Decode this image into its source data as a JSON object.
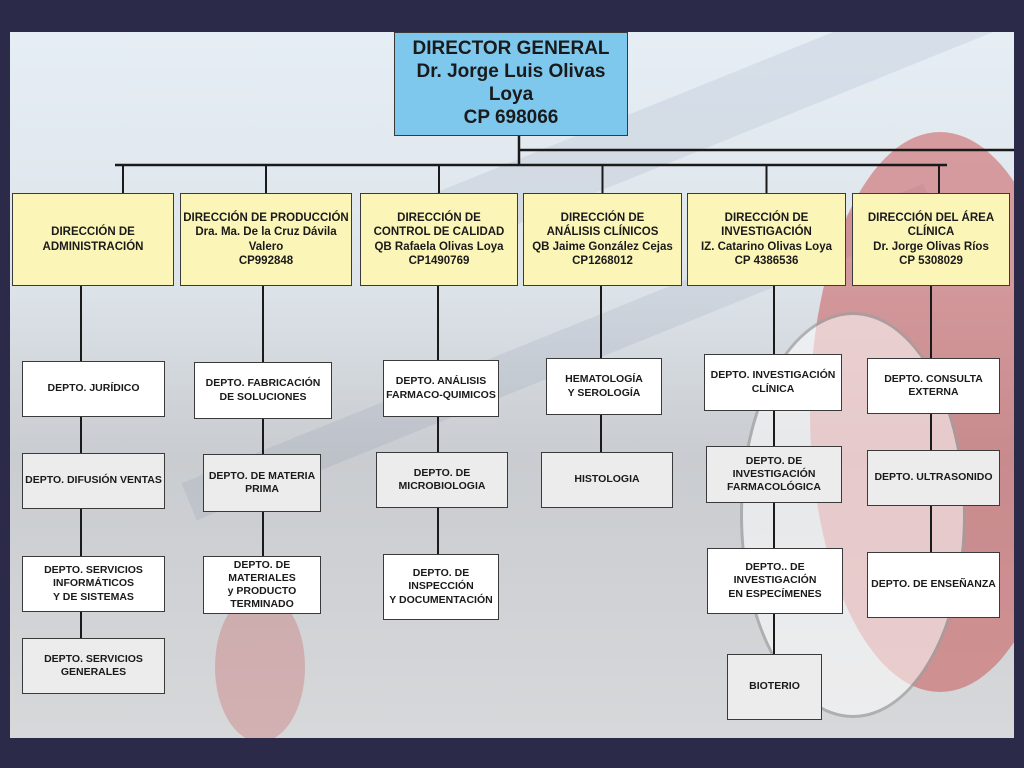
{
  "director": {
    "lines": [
      "DIRECTOR GENERAL",
      "Dr. Jorge Luis Olivas Loya",
      "CP 698066"
    ]
  },
  "direcciones": [
    {
      "lines": [
        "DIRECCIÓN DE ADMINISTRACIÓN"
      ],
      "departments": [
        [
          "DEPTO. JURÍDICO"
        ],
        [
          "DEPTO. DIFUSIÓN VENTAS"
        ],
        [
          "DEPTO. SERVICIOS INFORMÁTICOS",
          "Y DE SISTEMAS"
        ],
        [
          "DEPTO. SERVICIOS GENERALES"
        ]
      ]
    },
    {
      "lines": [
        "DIRECCIÓN DE PRODUCCIÓN",
        "Dra. Ma. De la Cruz Dávila Valero",
        "CP992848"
      ],
      "departments": [
        [
          "DEPTO. FABRICACIÓN",
          "DE SOLUCIONES"
        ],
        [
          "DEPTO. DE MATERIA PRIMA"
        ],
        [
          "DEPTO. DE MATERIALES",
          "y PRODUCTO TERMINADO"
        ]
      ]
    },
    {
      "lines": [
        "DIRECCIÓN DE",
        "CONTROL DE CALIDAD",
        "QB Rafaela Olivas Loya",
        "CP1490769"
      ],
      "departments": [
        [
          "DEPTO. ANÁLISIS",
          "FARMACO-QUIMICOS"
        ],
        [
          "DEPTO. DE MICROBIOLOGIA"
        ],
        [
          "DEPTO. DE INSPECCIÓN",
          "Y DOCUMENTACIÓN"
        ]
      ]
    },
    {
      "lines": [
        "DIRECCIÓN DE",
        "ANÁLISIS CLÍNICOS",
        "QB Jaime González Cejas",
        "CP1268012"
      ],
      "departments": [
        [
          "HEMATOLOGÍA",
          "Y SEROLOGÍA"
        ],
        [
          "HISTOLOGIA"
        ]
      ]
    },
    {
      "lines": [
        "DIRECCIÓN DE INVESTIGACIÓN",
        "IZ. Catarino Olivas Loya",
        "CP 4386536"
      ],
      "departments": [
        [
          "DEPTO. INVESTIGACIÓN CLÍNICA"
        ],
        [
          "DEPTO. DE INVESTIGACIÓN",
          "FARMACOLÓGICA"
        ],
        [
          "DEPTO.. DE INVESTIGACIÓN",
          "EN ESPECÍMENES"
        ],
        [
          "BIOTERIO"
        ]
      ]
    },
    {
      "lines": [
        "DIRECCIÓN DEL ÁREA CLÍNICA",
        "Dr. Jorge Olivas Ríos",
        "CP 5308029"
      ],
      "departments": [
        [
          "DEPTO. CONSULTA EXTERNA"
        ],
        [
          "DEPTO. ULTRASONIDO"
        ],
        [
          "DEPTO. DE ENSEÑANZA"
        ]
      ]
    }
  ],
  "colors": {
    "director_fill": "#7ec8ee",
    "direccion_fill": "#fbf5b8",
    "dept_fill": "#ffffff",
    "dept_alt_fill": "#ececec",
    "connector": "#1a1a1a",
    "frame": "#2b2a48"
  }
}
